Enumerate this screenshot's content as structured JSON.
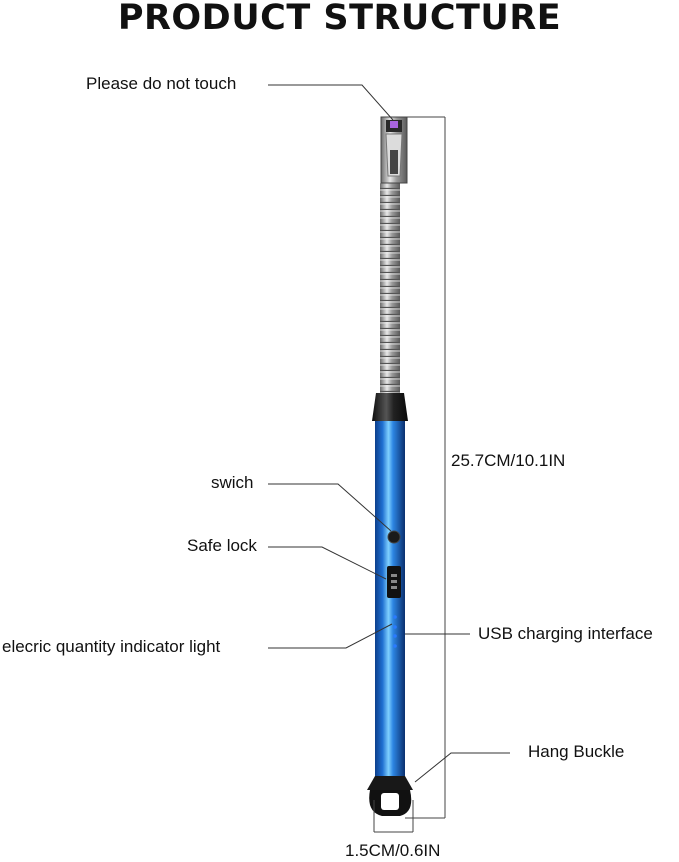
{
  "title": "PRODUCT STRUCTURE",
  "labels": {
    "tip": "Please do not  touch",
    "length": "25.7CM/10.1IN",
    "switch": "swich",
    "safe_lock": "Safe lock",
    "usb": "USB charging interface",
    "indicator": "elecric quantity  indicator light",
    "hang": "Hang  Buckle",
    "width": "1.5CM/0.6IN"
  },
  "colors": {
    "body_blue": "#1f6fd1",
    "body_highlight": "#7fd0ff",
    "cap_black": "#1a1a1a",
    "indicator_led": "#2a7bff",
    "tip_glow": "#c070ff",
    "neck_metal": "#b8b8b8",
    "line": "#333333"
  }
}
